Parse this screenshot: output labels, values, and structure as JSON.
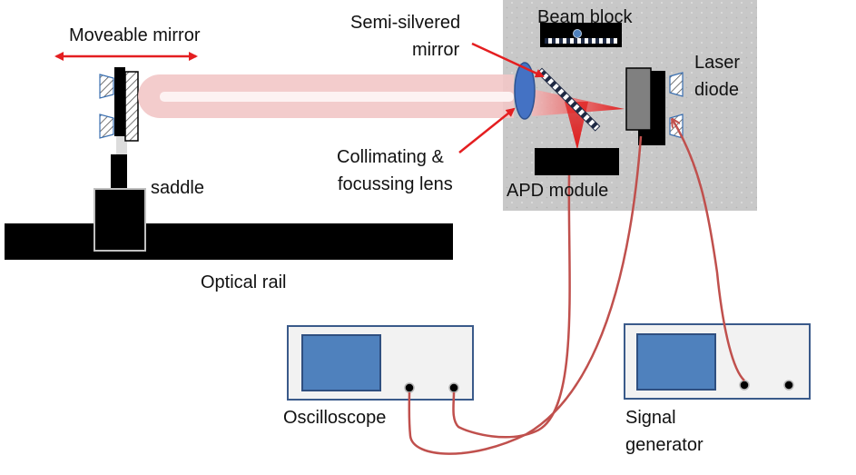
{
  "labels": {
    "moveable_mirror": "Moveable mirror",
    "saddle": "saddle",
    "optical_rail": "Optical rail",
    "semi_silvered_line1": "Semi-silvered",
    "semi_silvered_line2": "mirror",
    "beam_block": "Beam block",
    "laser_line1": "Laser",
    "laser_line2": "diode",
    "collimating_line1": "Collimating  &",
    "collimating_line2": "focussing lens",
    "apd_module": "APD module",
    "oscilloscope": "Oscilloscope",
    "signal_line1": "Signal",
    "signal_line2": "generator"
  },
  "colors": {
    "pointer_arrows": "#e41e20",
    "cables": "#c0504d",
    "beam": "#f2c7c7",
    "screens": "#4f81bd",
    "optical_table": "#c8c8c8",
    "lens": "#4472c4",
    "laser_body": "#808080"
  }
}
